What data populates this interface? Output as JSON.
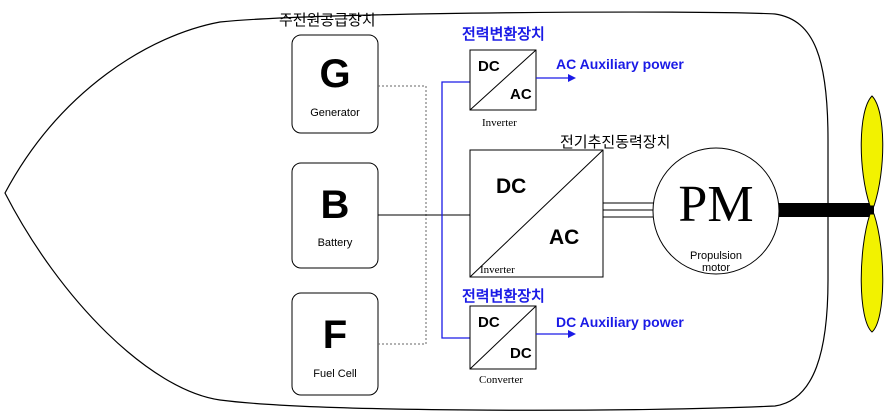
{
  "title_power_supply": "주전원공급장치",
  "power_conversion_top": "전력변환장치",
  "power_conversion_bottom": "전력변환장치",
  "propulsion_system": "전기추진동력장치",
  "sources": [
    {
      "letter": "G",
      "name": "Generator"
    },
    {
      "letter": "B",
      "name": "Battery"
    },
    {
      "letter": "F",
      "name": "Fuel Cell"
    }
  ],
  "inverter_top": {
    "in": "DC",
    "out": "AC",
    "name": "Inverter"
  },
  "inverter_main": {
    "in": "DC",
    "out": "AC",
    "name": "Inverter"
  },
  "converter": {
    "in": "DC",
    "out": "DC",
    "name": "Converter"
  },
  "ac_aux": "AC Auxiliary power",
  "dc_aux": "DC Auxiliary power",
  "motor": {
    "label": "PM",
    "line1": "Propulsion",
    "line2": "motor"
  },
  "colors": {
    "blue": "#1a1ae6",
    "propeller": "#f2f200",
    "line": "#000000"
  }
}
